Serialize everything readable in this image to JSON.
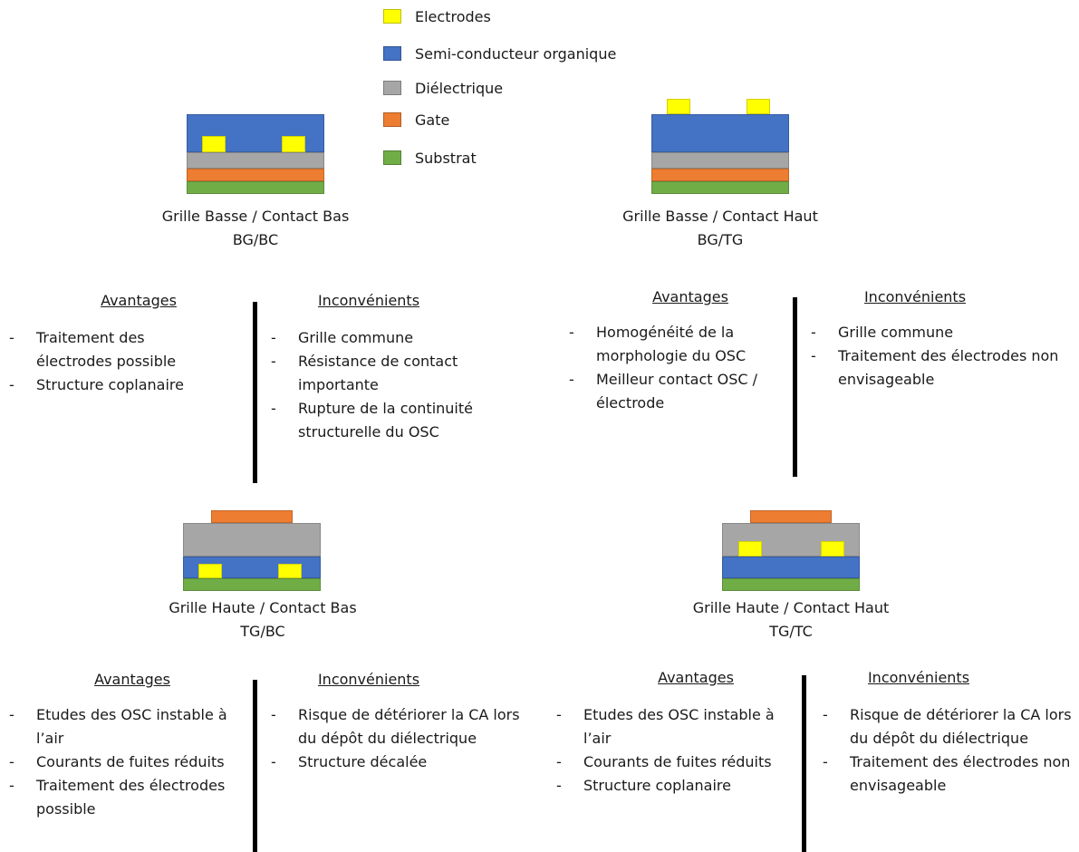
{
  "legend": [
    {
      "label": "Electrodes",
      "color": "#ffff00"
    },
    {
      "label": "Semi-conducteur organique",
      "color": "#4472c4"
    },
    {
      "label": "Diélectrique",
      "color": "#a6a6a6"
    },
    {
      "label": "Gate",
      "color": "#ed7d31"
    },
    {
      "label": "Substrat",
      "color": "#70ad47"
    }
  ],
  "configs": [
    {
      "title": "Grille Basse / Contact Bas",
      "code": "BG/BC",
      "advantages_heading": "Avantages",
      "disadvantages_heading": "Inconvénients",
      "advantages": [
        "Traitement des électrodes possible",
        "Structure coplanaire"
      ],
      "disadvantages": [
        "Grille commune",
        "Résistance de contact importante",
        "Rupture de la continuité structurelle du OSC"
      ]
    },
    {
      "title": "Grille Basse / Contact Haut",
      "code": "BG/TG",
      "advantages_heading": "Avantages",
      "disadvantages_heading": "Inconvénients",
      "advantages": [
        "Homogénéité de la morphologie du OSC",
        "Meilleur contact OSC / électrode"
      ],
      "disadvantages": [
        "Grille commune",
        "Traitement des électrodes non envisageable"
      ]
    },
    {
      "title": "Grille Haute / Contact Bas",
      "code": "TG/BC",
      "advantages_heading": "Avantages",
      "disadvantages_heading": "Inconvénients",
      "advantages": [
        "Etudes des OSC instable à l’air",
        "Courants de fuites réduits",
        "Traitement des électrodes possible"
      ],
      "disadvantages": [
        "Risque de détériorer la CA lors du dépôt du diélectrique",
        "Structure décalée"
      ]
    },
    {
      "title": "Grille Haute / Contact Haut",
      "code": "TG/TC",
      "advantages_heading": "Avantages",
      "disadvantages_heading": "Inconvénients",
      "advantages": [
        "Etudes des OSC instable à l’air",
        "Courants de fuites réduits",
        "Structure coplanaire"
      ],
      "disadvantages": [
        "Risque de détériorer la CA lors du dépôt du diélectrique",
        "Traitement des électrodes non envisageable"
      ]
    }
  ]
}
